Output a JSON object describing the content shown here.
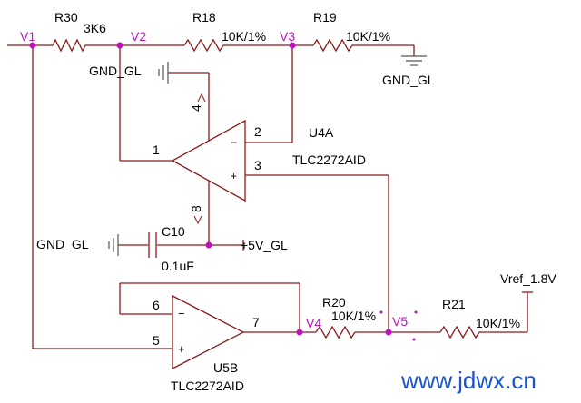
{
  "colors": {
    "wire": "#8B1A1A",
    "node_label": "#C010C0",
    "node_dot": "#C010C0",
    "text": "#000000",
    "watermark": "#1A55CC",
    "background": "#FFFFFF"
  },
  "resistors": {
    "r30_ref": "R30",
    "r30_value": "3K6",
    "r18_ref": "R18",
    "r18_value": "10K/1%",
    "r19_ref": "R19",
    "r19_value": "10K/1%",
    "r20_ref": "R20",
    "r20_value": "10K/1%",
    "r21_ref": "R21",
    "r21_value": "10K/1%"
  },
  "capacitor": {
    "ref": "C10",
    "value": "0.1uF"
  },
  "nets": {
    "v1": "V1",
    "v2": "V2",
    "v3": "V3",
    "v4": "V4",
    "v5": "V5",
    "gnd_top": "GND_GL",
    "gnd_right": "GND_GL",
    "gnd_cap": "GND_GL",
    "supply": "+5V_GL",
    "vref": "Vref_1.8V"
  },
  "opamps": {
    "u4a_ref": "U4A",
    "u4a_part": "TLC2272AID",
    "u5b_ref": "U5B",
    "u5b_part": "TLC2272AID",
    "u4a_minus": "−",
    "u4a_plus": "+",
    "u5b_minus": "−",
    "u5b_plus": "+"
  },
  "pins": {
    "u4a_out": "1",
    "u4a_inv": "2",
    "u4a_noninv": "3",
    "u4a_gnd": "4",
    "u4a_vcc": "8",
    "u5b_inv": "6",
    "u5b_noninv": "5",
    "u5b_out": "7"
  },
  "watermark": "www.jdwx.cn"
}
